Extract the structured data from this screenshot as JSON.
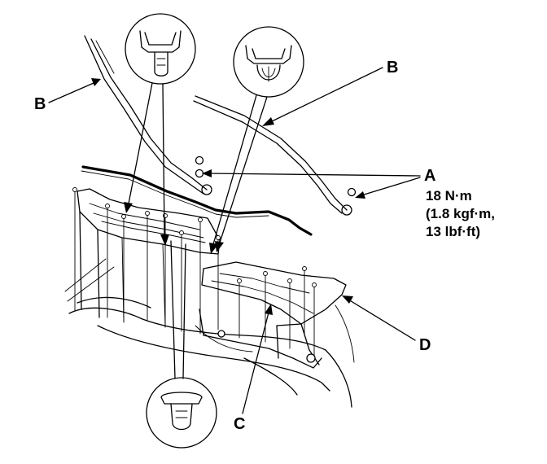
{
  "callouts": {
    "b_left": "B",
    "b_right": "B",
    "a": "A",
    "c": "C",
    "d": "D"
  },
  "torque_spec": {
    "line1": "18 N·m",
    "line2": "(1.8 kgf·m,",
    "line3": "13 lbf·ft)"
  },
  "colors": {
    "ink": "#000000",
    "paper": "#ffffff"
  }
}
